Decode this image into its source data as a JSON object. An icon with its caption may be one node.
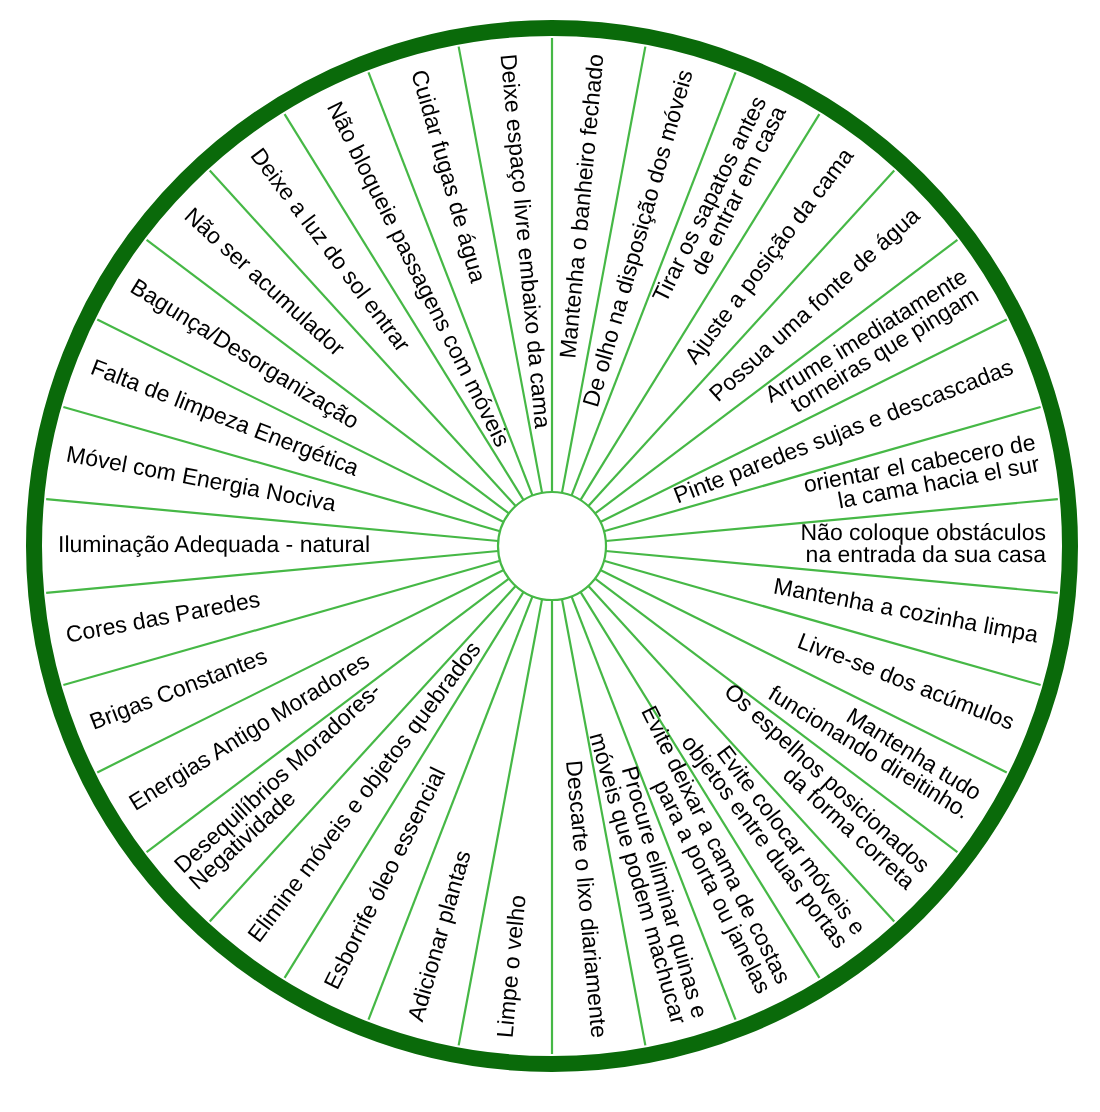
{
  "diagram": {
    "nodes": [
      {
        "text": [
          "Mantenha o banheiro fechado",
          "De olho na disposição dos móveis",
          "Tirar os sapatos antes de entrar em casa",
          "Ajuste a posição da cama",
          "Possua uma fonte de água",
          "Arrume imediatamente torneiras que pingam",
          "Pinte paredes sujas e descascadas",
          "orientar el cabecero de la cama hacia el sur",
          "Não coloque obstáculos na entrada da sua casa",
          "Mantenha a cozinha limpa",
          "Livre-se dos acúmulos",
          "Mantenha tudo funcionando direitinho.",
          "Os espelhos posicionados da forma correta",
          "Evite colocar móveis e objetos entre duas portas",
          "Evite deixar a cama de costas para a porta ou janelas",
          "Procure eliminar quinas e móveis que podem machucar",
          "Descarte o lixo diariamente",
          "Limpe o velho",
          "Adicionar plantas",
          "Esborrife óleo essencial",
          "Elimine móveis e objetos quebrados",
          "Desequilíbrios Moradores- Negatividade",
          "Energias Antigo Moradores",
          "Brigas Constantes",
          "Cores das Paredes",
          "Iluminação Adequada - natural",
          "Móvel com Energia Nociva",
          "Falta de limpeza Energética",
          "Bagunça/Desorganização",
          "Não ser acumulador",
          "Deixe a luz do sol entrar",
          "Não bloqueie passagens com móveis",
          "Cuidar fugas de água",
          "Deixe espaço livre embaixo da cama"
        ]
      }
    ]
  }
}
